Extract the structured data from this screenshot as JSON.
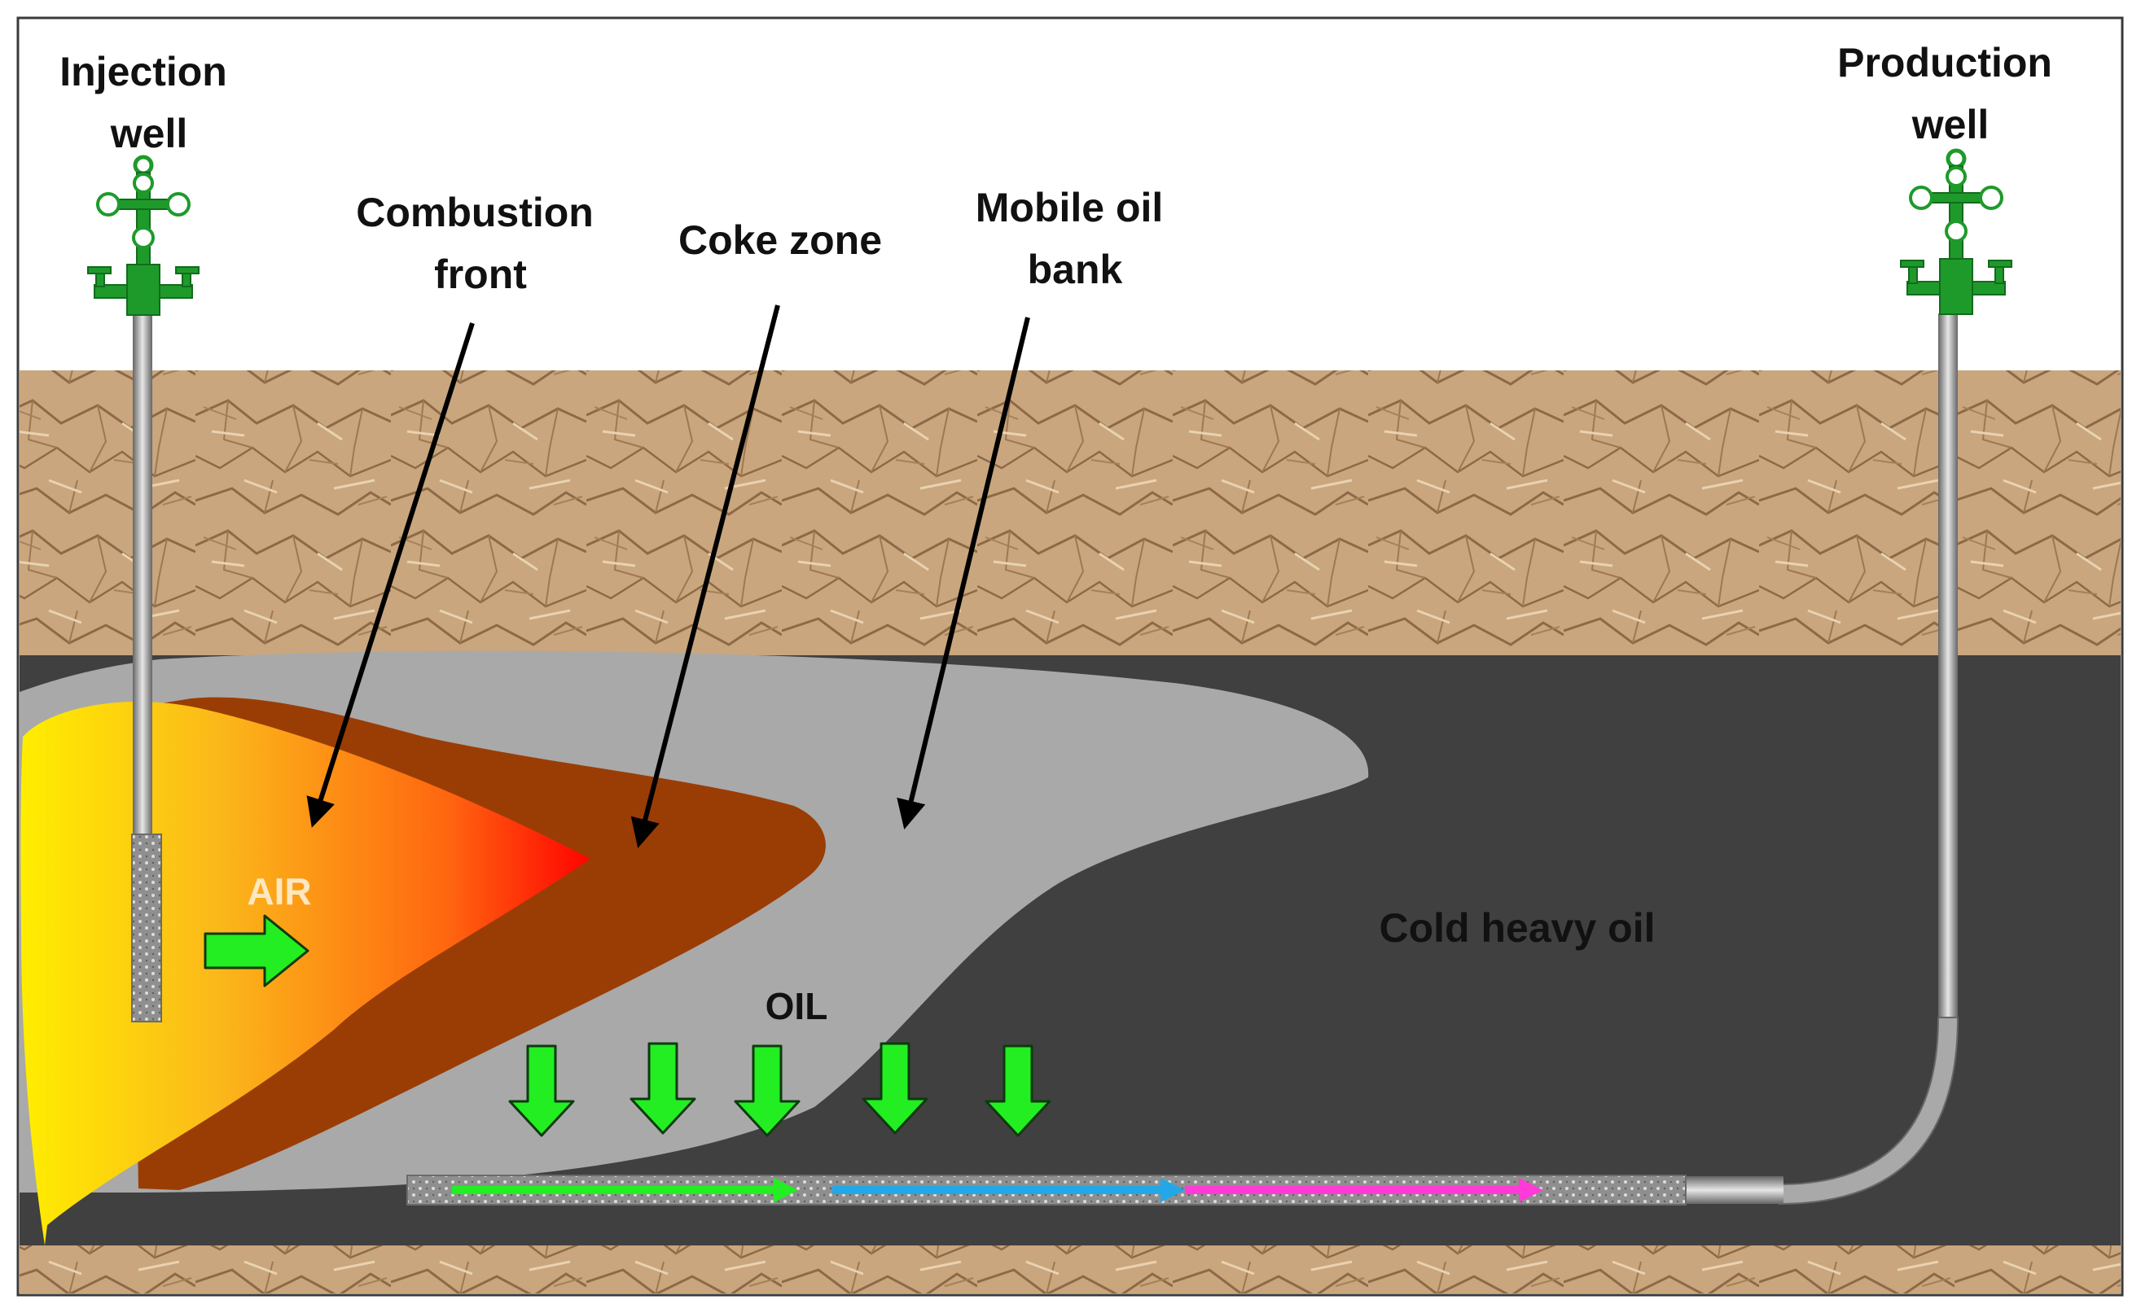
{
  "labels": {
    "injection_well": [
      "Injection",
      "well"
    ],
    "production_well": [
      "Production",
      "well"
    ],
    "combustion_front": [
      "Combustion",
      "front"
    ],
    "coke_zone": [
      "Coke zone"
    ],
    "mobile_oil_bank": [
      "Mobile oil",
      "bank"
    ],
    "air": "AIR",
    "oil": "OIL",
    "cold_heavy_oil": "Cold heavy oil"
  },
  "colors": {
    "rock": "#c7a47c",
    "reservoir": "#404040",
    "mobile_oil_bank": "#a9a9a9",
    "coke_zone": "#9a3d05",
    "combustion_start": "#ffef00",
    "combustion_end": "#ff0000",
    "wellhead": "#1e9a2b",
    "green_arrow": "#22ee22",
    "blue_arrow": "#22a8e8",
    "pink_arrow": "#ff3ad7",
    "air_text": "#ffe7bf"
  }
}
